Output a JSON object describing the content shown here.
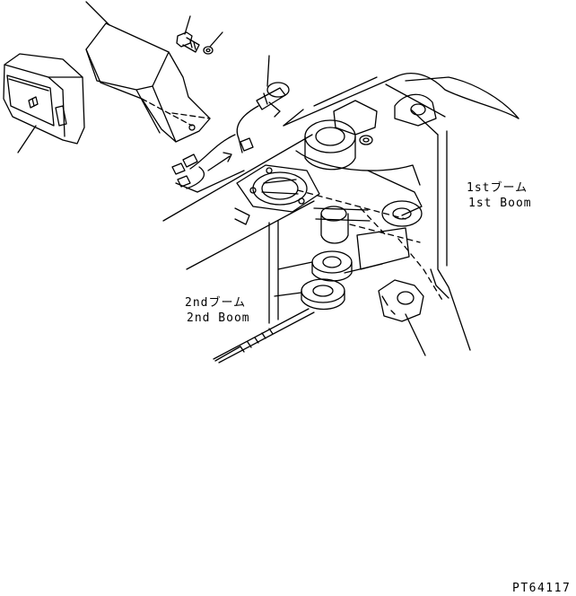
{
  "labels": {
    "boom1_jp": "1stブーム",
    "boom1_en": "1st Boom",
    "boom2_jp": "2ndブーム",
    "boom2_en": "2nd Boom"
  },
  "drawing_number": "PT64117",
  "colors": {
    "line": "#000000",
    "background": "#ffffff"
  }
}
